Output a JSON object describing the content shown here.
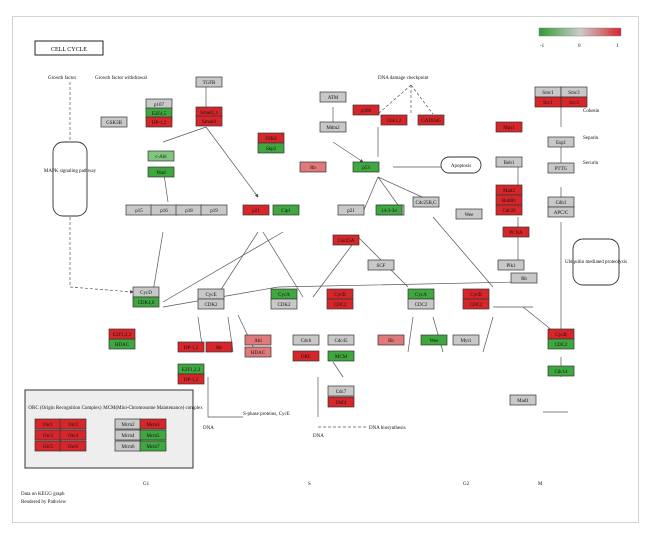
{
  "title": "CELL CYCLE",
  "legend": {
    "min": "-1",
    "mid": "0",
    "max": "1"
  },
  "colors": {
    "up": "#d7262a",
    "down": "#3fa73f",
    "neutral": "#c8c8c8",
    "light_up": "#e07a7a",
    "light_down": "#7fc77f"
  },
  "labels": {
    "growth_factor": "Growth factor",
    "growth_factor_withdrawal": "Growth factor withdrawal",
    "dna_damage": "DNA damage checkpoint",
    "mapk": "MAPK signaling pathway",
    "apoptosis": "Apoptosis",
    "cohesin": "Cohesin",
    "separin": "Separin",
    "securin": "Securin",
    "ubiquitin": "Ubiquitin mediated proteolysis",
    "sphase": "S-phase proteins, CycE",
    "dna1": "DNA",
    "dna2": "DNA",
    "dna_bio": "DNA biosynthesis",
    "orc": "ORC (Origin Recognition Complex)",
    "mcm": "MCM(Mini-Chromosome Maintenance) complex",
    "phase_g1": "G1",
    "phase_s": "S",
    "phase_g2": "G2",
    "phase_m": "M",
    "footer1": "Data on KEGG graph",
    "footer2": "Rendered by Pathview"
  },
  "nodes": [
    {
      "id": "gsk3b",
      "label": "GSK3B",
      "state": "neutral"
    },
    {
      "id": "tgfb",
      "label": "TGFB",
      "state": "neutral"
    },
    {
      "id": "p107",
      "label": "p107",
      "state": "neutral"
    },
    {
      "id": "e2f45",
      "label": "E2F4,5",
      "state": "down"
    },
    {
      "id": "dp12a",
      "label": "DP-1,2",
      "state": "up"
    },
    {
      "id": "smad23",
      "label": "Smad2,3",
      "state": "up"
    },
    {
      "id": "smad4",
      "label": "Smad4",
      "state": "up"
    },
    {
      "id": "abl",
      "label": "c-Abl",
      "state": "light_down"
    },
    {
      "id": "mad",
      "label": "Mad",
      "state": "down"
    },
    {
      "id": "atm",
      "label": "ATM",
      "state": "neutral"
    },
    {
      "id": "mdm2",
      "label": "Mdm2",
      "state": "neutral"
    },
    {
      "id": "p300",
      "label": "p300",
      "state": "up"
    },
    {
      "id": "chk12",
      "label": "Chk1,2",
      "state": "up"
    },
    {
      "id": "gadd45",
      "label": "GADD45",
      "state": "up"
    },
    {
      "id": "p53",
      "label": "p53",
      "state": "down"
    },
    {
      "id": "ink4",
      "label": "INK4",
      "state": "up"
    },
    {
      "id": "skp2",
      "label": "Skp2",
      "state": "down"
    },
    {
      "id": "p15",
      "label": "p15",
      "state": "neutral"
    },
    {
      "id": "p16",
      "label": "p16",
      "state": "neutral"
    },
    {
      "id": "p18",
      "label": "p18",
      "state": "neutral"
    },
    {
      "id": "p19",
      "label": "p19",
      "state": "neutral"
    },
    {
      "id": "p21a",
      "label": "p21",
      "state": "up"
    },
    {
      "id": "cip1",
      "label": "Cip1",
      "state": "down"
    },
    {
      "id": "rb",
      "label": "Rb",
      "state": "light_up"
    },
    {
      "id": "p21b",
      "label": "p21",
      "state": "neutral"
    },
    {
      "id": "p27",
      "label": "p27,57",
      "state": "neutral"
    },
    {
      "id": "14337",
      "label": "14-3-3σ",
      "state": "down"
    },
    {
      "id": "cdc25b",
      "label": "Cdc25B,C",
      "state": "neutral"
    },
    {
      "id": "wee",
      "label": "Wee",
      "state": "neutral"
    },
    {
      "id": "cdc25a",
      "label": "Cdc25A",
      "state": "up"
    },
    {
      "id": "smc1",
      "label": "Smc1",
      "state": "neutral"
    },
    {
      "id": "smc3",
      "label": "Smc3",
      "state": "neutral"
    },
    {
      "id": "scc1",
      "label": "Scc1",
      "state": "up"
    },
    {
      "id": "scc3",
      "label": "Scc3",
      "state": "up"
    },
    {
      "id": "esp1",
      "label": "Esp1",
      "state": "neutral"
    },
    {
      "id": "pttg",
      "label": "PTTG",
      "state": "neutral"
    },
    {
      "id": "mps1",
      "label": "Mps1",
      "state": "up"
    },
    {
      "id": "bub1",
      "label": "Bub1",
      "state": "neutral"
    },
    {
      "id": "mad2",
      "label": "Mad2",
      "state": "up"
    },
    {
      "id": "bubr1",
      "label": "BubR1",
      "state": "up"
    },
    {
      "id": "cdc20",
      "label": "Cdc20",
      "state": "up"
    },
    {
      "id": "cdh1",
      "label": "Cdh1",
      "state": "neutral"
    },
    {
      "id": "apc",
      "label": "APC/C",
      "state": "neutral"
    },
    {
      "id": "scf",
      "label": "SCF",
      "state": "neutral"
    },
    {
      "id": "plk1",
      "label": "Plk1",
      "state": "neutral"
    },
    {
      "id": "cycd",
      "label": "CycD",
      "state": "neutral"
    },
    {
      "id": "cdk46",
      "label": "CDK4,6",
      "state": "down"
    },
    {
      "id": "cyce",
      "label": "CycE",
      "state": "neutral"
    },
    {
      "id": "cdk2a",
      "label": "CDK2",
      "state": "neutral"
    },
    {
      "id": "cyca1",
      "label": "CycA",
      "state": "down"
    },
    {
      "id": "cdk2b",
      "label": "CDK2",
      "state": "neutral"
    },
    {
      "id": "cycb_cd",
      "label": "CycB",
      "state": "up"
    },
    {
      "id": "cdc2a",
      "label": "CDC2",
      "state": "up"
    },
    {
      "id": "cyca2",
      "label": "CycA",
      "state": "down"
    },
    {
      "id": "cdc2b",
      "label": "CDC2",
      "state": "neutral"
    },
    {
      "id": "cycb2",
      "label": "CycB",
      "state": "up"
    },
    {
      "id": "cdc2c",
      "label": "CDC2",
      "state": "up"
    },
    {
      "id": "pcna",
      "label": "PCNA",
      "state": "up"
    },
    {
      "id": "hdac",
      "label": "HDAC",
      "state": "down"
    },
    {
      "id": "e2f13",
      "label": "E2F1,2,3",
      "state": "up"
    },
    {
      "id": "dp12b",
      "label": "DP-1,2",
      "state": "up"
    },
    {
      "id": "e2f123b",
      "label": "E2F1,2,3",
      "state": "down"
    },
    {
      "id": "dp12c",
      "label": "DP-1,2",
      "state": "up"
    },
    {
      "id": "rb2",
      "label": "Rb",
      "state": "up"
    },
    {
      "id": "abl2",
      "label": "Abl",
      "state": "light_up"
    },
    {
      "id": "hdac2",
      "label": "HDAC",
      "state": "light_up"
    },
    {
      "id": "cdc6",
      "label": "Cdc6",
      "state": "neutral"
    },
    {
      "id": "cdc45",
      "label": "Cdc45",
      "state": "neutral"
    },
    {
      "id": "orc_sm",
      "label": "ORC",
      "state": "up"
    },
    {
      "id": "mcm_sm",
      "label": "MCM",
      "state": "down"
    },
    {
      "id": "cdc7",
      "label": "Cdc7",
      "state": "neutral"
    },
    {
      "id": "dbf4",
      "label": "Dbf4",
      "state": "up"
    },
    {
      "id": "rb3",
      "label": "Rb",
      "state": "light_up"
    },
    {
      "id": "wee2",
      "label": "Wee",
      "state": "down"
    },
    {
      "id": "myt1",
      "label": "Myt1",
      "state": "neutral"
    },
    {
      "id": "cycb3",
      "label": "CycB",
      "state": "up"
    },
    {
      "id": "cdc2d",
      "label": "CDC2",
      "state": "down"
    },
    {
      "id": "cdc14",
      "label": "Cdc14",
      "state": "down"
    },
    {
      "id": "rb4",
      "label": "Rb",
      "state": "neutral"
    },
    {
      "id": "mad1",
      "label": "Mad1",
      "state": "neutral"
    },
    {
      "id": "orc1",
      "label": "Orc1",
      "state": "up"
    },
    {
      "id": "orc2",
      "label": "Orc2",
      "state": "up"
    },
    {
      "id": "orc3",
      "label": "Orc3",
      "state": "up"
    },
    {
      "id": "orc4",
      "label": "Orc4",
      "state": "up"
    },
    {
      "id": "orc5",
      "label": "Orc5",
      "state": "up"
    },
    {
      "id": "orc6",
      "label": "Orc6",
      "state": "up"
    },
    {
      "id": "mcm2",
      "label": "Mcm2",
      "state": "neutral"
    },
    {
      "id": "mcm3",
      "label": "Mcm3",
      "state": "up"
    },
    {
      "id": "mcm4",
      "label": "Mcm4",
      "state": "neutral"
    },
    {
      "id": "mcm5",
      "label": "Mcm5",
      "state": "down"
    },
    {
      "id": "mcm6",
      "label": "Mcm6",
      "state": "neutral"
    },
    {
      "id": "mcm7",
      "label": "Mcm7",
      "state": "down"
    }
  ]
}
